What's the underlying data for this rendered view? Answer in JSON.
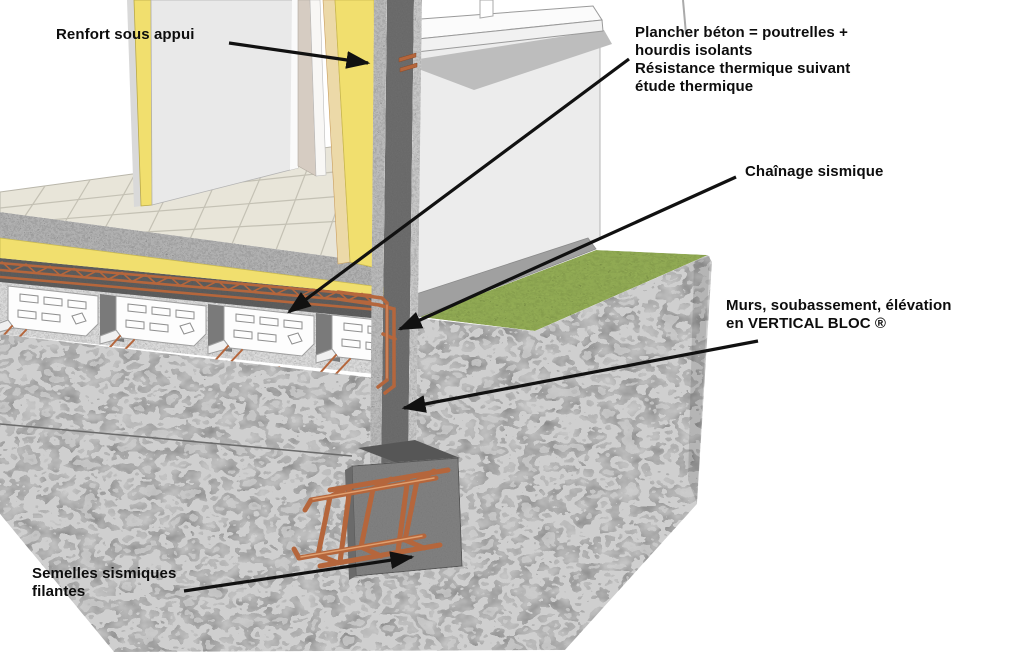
{
  "annotations": {
    "renfort": {
      "text": "Renfort sous appui"
    },
    "plancher": {
      "line1": "Plancher béton = poutrelles +",
      "line2": "hourdis isolants",
      "line3": "Résistance thermique suivant",
      "line4": "étude thermique"
    },
    "chainage": {
      "text": "Chaînage sismique"
    },
    "murs": {
      "line1": "Murs, soubassement, élévation",
      "line2": "en VERTICAL BLOC ®"
    },
    "semelles": {
      "line1": "Semelles sismiques",
      "line2": "filantes"
    }
  },
  "colors": {
    "insulation_yellow": "#f1df6e",
    "rebar_orange": "#b5663c",
    "rebar_orange_light": "#e0a070",
    "grass_green": "#93ad55",
    "concrete_dark": "#6e6e6e",
    "concrete_mid": "#9a9a9a",
    "gravel_base": "#cfcfcf",
    "panel_gray": "#e9e9e9",
    "tile_beige": "#e8e5d9",
    "annotation_black": "#111111"
  }
}
